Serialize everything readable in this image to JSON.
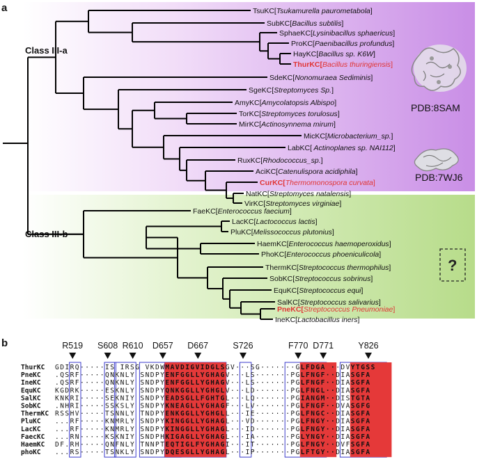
{
  "panel_a": {
    "label": "a",
    "class_a_label": "Class III-a",
    "class_b_label": "Class III-b",
    "pdb_1": "PDB:8SAM",
    "pdb_2": "PDB:7WJ6",
    "unknown_structure": "?",
    "leaves": [
      {
        "abbr": "TsuKC",
        "species": "Tsukamurella paurometabola",
        "highlight": false
      },
      {
        "abbr": "SubKC",
        "species": "Bacillus subtilis",
        "highlight": false
      },
      {
        "abbr": "SphaeKC",
        "species": "Lysinibacillus sphaericus",
        "highlight": false
      },
      {
        "abbr": "ProKC",
        "species": "Paenibacillus profundus",
        "highlight": false
      },
      {
        "abbr": "HayKC",
        "species": "Bacillus sp. K6W",
        "highlight": false
      },
      {
        "abbr": "ThurKC",
        "species": "Bacillus thuringiensis",
        "highlight": true
      },
      {
        "abbr": "SdeKC",
        "species": "Nonomuraea Sediminis",
        "highlight": false
      },
      {
        "abbr": "SgeKC",
        "species": "Streptomyces Sp.",
        "highlight": false
      },
      {
        "abbr": "AmyKC",
        "species": "Amycolatopsis Albispo",
        "highlight": false
      },
      {
        "abbr": "TorKC",
        "species": "Streptomyces torulosus",
        "highlight": false
      },
      {
        "abbr": "MirKC",
        "species": "Actinosynnema mirum",
        "highlight": false
      },
      {
        "abbr": "MicKC",
        "species": "Microbacterium_sp.",
        "highlight": false
      },
      {
        "abbr": "LabKC",
        "species": " Actinoplanes sp. NAI112",
        "highlight": false
      },
      {
        "abbr": "RuxKC",
        "species": "Rhodococcus_sp.",
        "highlight": false
      },
      {
        "abbr": "AciKC",
        "species": "Catenulispora acidiphila",
        "highlight": false
      },
      {
        "abbr": "CurKC",
        "species": "Thermomonospora curvata",
        "highlight": true
      },
      {
        "abbr": "NatKC",
        "species": "Streptomyces natalensis",
        "highlight": false
      },
      {
        "abbr": "VirKC",
        "species": "Streptomyces virginiae",
        "highlight": false
      },
      {
        "abbr": "FaeKC",
        "species": "Enterococcus faecium",
        "highlight": false
      },
      {
        "abbr": "LacKC",
        "species": "Lactococcus lactis",
        "highlight": false
      },
      {
        "abbr": "PluKC",
        "species": "Melissococcus plutonius",
        "highlight": false
      },
      {
        "abbr": "HaemKC",
        "species": "Enterococcus haemoperoxidus",
        "highlight": false
      },
      {
        "abbr": "PhoKC",
        "species": "Enterococcus phoeniculicola",
        "highlight": false
      },
      {
        "abbr": "ThermKC",
        "species": "Streptococcus thermophilus",
        "highlight": false
      },
      {
        "abbr": "SobKC",
        "species": "Streptococcus sobrinus",
        "highlight": false
      },
      {
        "abbr": "EquKC",
        "species": "Streptococcus equi",
        "highlight": false
      },
      {
        "abbr": "SalKC",
        "species": "Streptococcus salivarius",
        "highlight": false
      },
      {
        "abbr": "PneKC",
        "species": "Streptococcus Pneumoniae",
        "highlight": true
      },
      {
        "abbr": "IneKC",
        "species": "Lactobacillus iners",
        "highlight": false
      }
    ],
    "colors": {
      "class_a_bg": "#c98ee6",
      "class_b_bg": "#b7dc8a",
      "highlight": "#e03434"
    }
  },
  "panel_b": {
    "label": "b",
    "positions": [
      "R519",
      "S608",
      "R610",
      "D657",
      "D667",
      "S726",
      "F770",
      "D771",
      "Y826"
    ],
    "sequences": [
      {
        "name": "ThurKC",
        "residues": "GDIRQ·····IS IRSG VKDWMAVDIGVIDGLSGV···SG·······GLFDGA ··DVYTGSS"
      },
      {
        "name": "PneKC",
        "residues": ".QSRF·····QNKNLY SNDPYENFGGLLYGHAGV···LS·······PGLFNGF··DIASGFA"
      },
      {
        "name": "IneKC",
        "residues": ".QSRF·····QNKNLY SNDPYENFGGLLYGHAGV···LS·······PGLFNGF··DIASGFA"
      },
      {
        "name": "EquKC",
        "residues": "KGDRK·····ESKNLY SNDPYQNKGGLLYGHGLV···LD·······PGLFNGL··DIASGFA"
      },
      {
        "name": "SalKC",
        "residues": "KNKRI·····SEKNIY SNDPYEADSGLLFGHTGL···LQ·······PGIANGM··DISTGTA"
      },
      {
        "name": "SobKC",
        "residues": ".NHRI·····SSKSLY SNDPYKNEAGLLYGHAGF···LV·······PGLFNGF··DVASGFG"
      },
      {
        "name": "ThermKC",
        "residues": "RSSHV·····TSNNLY TNDPYENKGGLLYGHGLL···IE·······PGLFNGC··DIASGFA"
      },
      {
        "name": "PluKC",
        "residues": "...RF·····KNMRLY SNDPYKINGGLLYGHAGL···VD·······PGLFNGY··DIASGFA"
      },
      {
        "name": "LacKC",
        "residues": "...RF·····KNMRLY SNDPYKINGGLLYGHAGL···ID·······PGLFNGY··DIASGFA"
      },
      {
        "name": "FaecKC",
        "residues": "...RN·····KSKNIY SNDPHKIGAGLLYGHAGL···IA·······PGLYNGY··DIASGFA"
      },
      {
        "name": "HaemKC",
        "residues": "DF.RH·····QNFNLY TNNPTEQTIGLFYGHAGI···IT·······PGLFNGY··DVFSGFA"
      },
      {
        "name": "phoKC",
        "residues": "...RS·····TSNKLY SNDPYDQESGLLYGHAGL···IP·······PGLFTGY··DIASGFA"
      }
    ],
    "colors": {
      "red_block": "#e53939",
      "red_text": "#e53939",
      "box_border": "#3a3acb"
    }
  }
}
